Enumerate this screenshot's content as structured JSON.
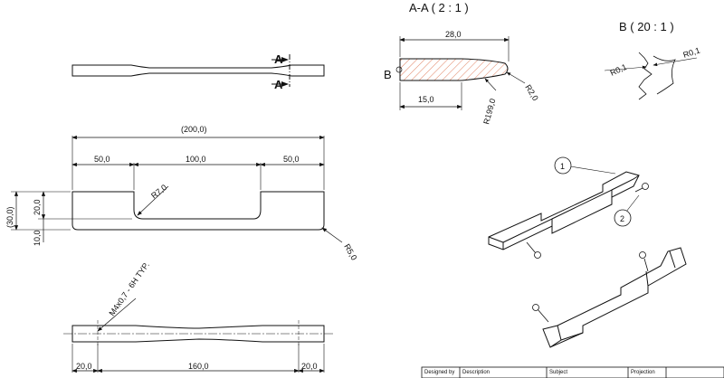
{
  "section_view": {
    "title": "A-A ( 2 : 1 )",
    "callout": "B",
    "dims": {
      "overall": "28,0",
      "straight": "15,0",
      "tip_radius": "R2,0",
      "curve_radius": "R199,0"
    }
  },
  "detail_view": {
    "title": "B ( 20 : 1 )",
    "left_radius": "R0,1",
    "right_radius": "R0,1"
  },
  "top_view": {
    "section_label_top": "A",
    "section_label_bottom": "A"
  },
  "front_view": {
    "overall": "(200,0)",
    "seg_left": "50,0",
    "seg_mid": "100,0",
    "seg_right": "50,0",
    "cut_radius": "R7,0",
    "corner_radius": "R5,0",
    "total_height": "(30,0)",
    "upper_height": "20,0",
    "lower_height": "10,0"
  },
  "bottom_view": {
    "thread_note": "M4x0,7 - 6H TYP.",
    "left": "20,0",
    "mid": "160,0",
    "right": "20,0"
  },
  "iso_view": {
    "balloon_1": "1",
    "balloon_2": "2"
  },
  "title_block": {
    "designed_by": "Designed by",
    "description": "Description",
    "subject": "Subject",
    "projection": "Projection"
  }
}
